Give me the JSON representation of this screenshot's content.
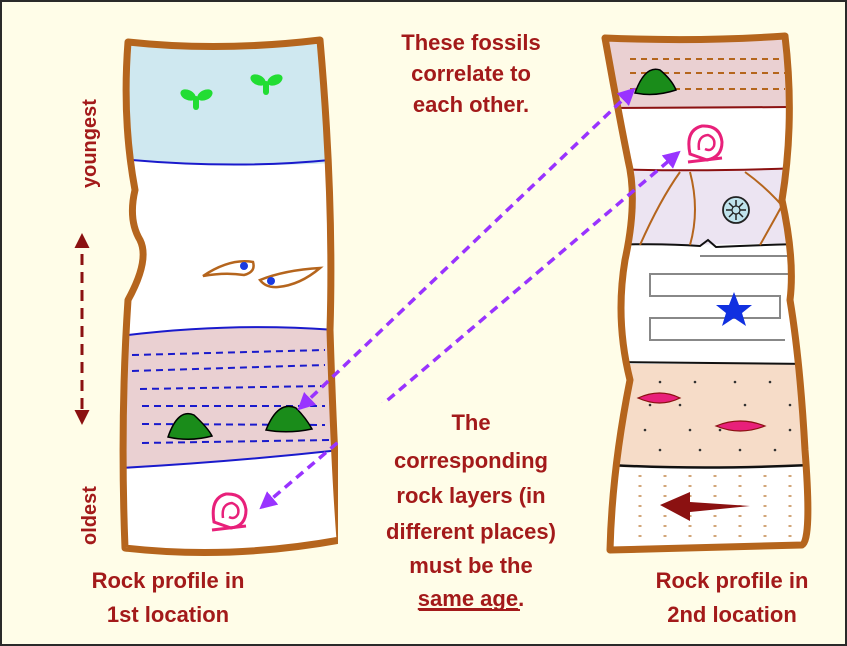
{
  "axis": {
    "youngest": "youngest",
    "oldest": "oldest"
  },
  "notes": {
    "fossils_correlate": [
      "These fossils",
      "correlate to",
      "each other."
    ],
    "layers_line1": "The",
    "layers_line2": "corresponding",
    "layers_line3": "rock layers (in",
    "layers_line4": "different places)",
    "layers_line5": "must be the",
    "layers_emph": "same age",
    "layers_end": "."
  },
  "profiles": {
    "first": [
      "Rock profile in",
      "1st location"
    ],
    "second": [
      "Rock profile in",
      "2nd location"
    ]
  },
  "colors": {
    "text": "#a31a1a",
    "profile_border": "#b5651d",
    "arrow": "#9933ff",
    "fossil_green": "#1a8c1a",
    "fossil_pink": "#e8207a",
    "sky_layer": "#cfe8f0",
    "pink_layer": "#ead0d2",
    "peach_layer": "#f6dcc8",
    "lavender_layer": "#ece4f2",
    "star": "#1030e0"
  }
}
